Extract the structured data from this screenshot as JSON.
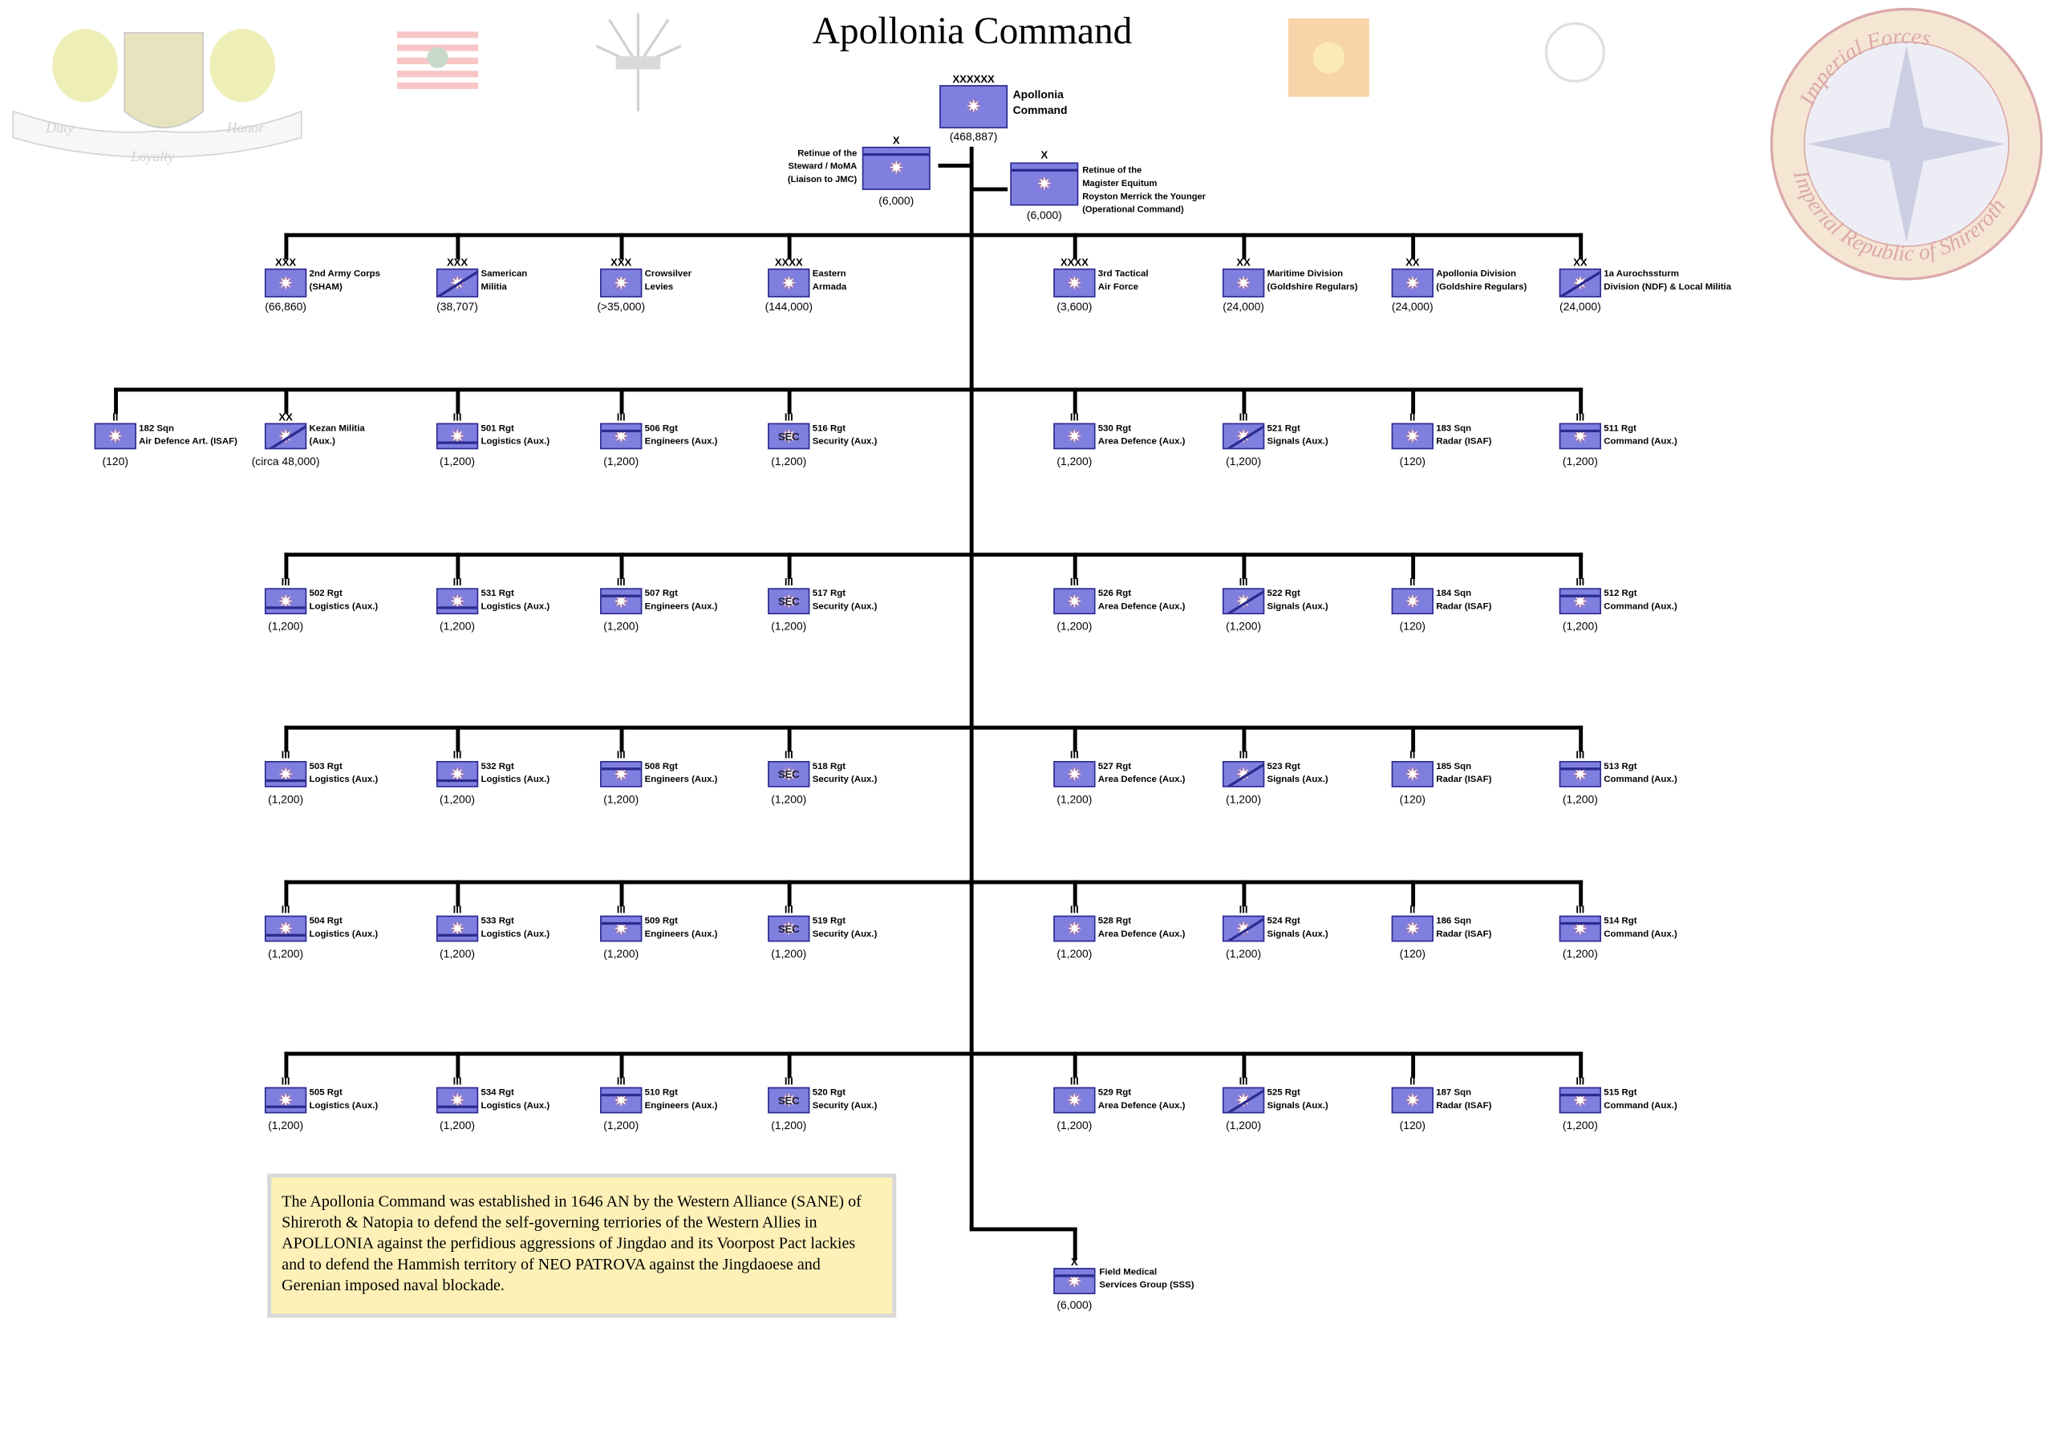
{
  "title": "Apollonia Command",
  "logos": {
    "crest_mottos": [
      "Duty",
      "Loyalty",
      "Honor"
    ],
    "seal_text": [
      "Imperial Forces",
      "Imperial Republic of Shireroth"
    ]
  },
  "top": {
    "echelon": "XXXXXX",
    "name": "Apollonia",
    "sub": "Command",
    "strength": "(468,887)"
  },
  "retinues": [
    {
      "echelon": "X",
      "lines": [
        "Retinue of the",
        "Steward / MoMA",
        "(Liaison to JMC)"
      ],
      "strength": "(6,000)"
    },
    {
      "echelon": "X",
      "lines": [
        "Retinue of the",
        "Magister Equitum",
        "Royston Merrick the Younger",
        "(Operational Command)"
      ],
      "strength": "(6,000)"
    }
  ],
  "rows": [
    [
      {
        "echelon": "XXX",
        "name": "2nd Army Corps",
        "sub": "(SHAM)",
        "strength": "(66,860)"
      },
      {
        "echelon": "XXX",
        "name": "Samerican",
        "sub": "Militia",
        "strength": "(38,707)"
      },
      {
        "echelon": "XXX",
        "name": "Crowsilver",
        "sub": "Levies",
        "strength": "(>35,000)"
      },
      {
        "echelon": "XXXX",
        "name": "Eastern",
        "sub": "Armada",
        "strength": "(144,000)"
      },
      {
        "echelon": "XXXX",
        "name": "3rd Tactical",
        "sub": "Air Force",
        "strength": "(3,600)"
      },
      {
        "echelon": "XX",
        "name": "Maritime Division",
        "sub": "(Goldshire Regulars)",
        "strength": "(24,000)"
      },
      {
        "echelon": "XX",
        "name": "Apollonia Division",
        "sub": "(Goldshire Regulars)",
        "strength": "(24,000)"
      },
      {
        "echelon": "XX",
        "name": "1a Aurochssturm",
        "sub": "Division (NDF) & Local Militia",
        "strength": "(24,000)"
      }
    ],
    [
      {
        "echelon": "II",
        "name": "182 Sqn",
        "sub": "Air Defence Art. (ISAF)",
        "strength": "(120)"
      },
      {
        "echelon": "XX",
        "name": "Kezan Militia",
        "sub": "(Aux.)",
        "strength": "(circa 48,000)"
      },
      {
        "echelon": "III",
        "name": "501 Rgt",
        "sub": "Logistics (Aux.)",
        "strength": "(1,200)"
      },
      {
        "echelon": "III",
        "name": "506 Rgt",
        "sub": "Engineers (Aux.)",
        "strength": "(1,200)"
      },
      {
        "echelon": "III",
        "name": "516 Rgt",
        "sub": "Security (Aux.)",
        "strength": "(1,200)"
      },
      {
        "echelon": "III",
        "name": "530 Rgt",
        "sub": "Area Defence (Aux.)",
        "strength": "(1,200)"
      },
      {
        "echelon": "III",
        "name": "521 Rgt",
        "sub": "Signals (Aux.)",
        "strength": "(1,200)"
      },
      {
        "echelon": "II",
        "name": "183 Sqn",
        "sub": "Radar (ISAF)",
        "strength": "(120)"
      },
      {
        "echelon": "III",
        "name": "511 Rgt",
        "sub": "Command (Aux.)",
        "strength": "(1,200)"
      }
    ],
    [
      {
        "echelon": "III",
        "name": "502 Rgt",
        "sub": "Logistics (Aux.)",
        "strength": "(1,200)"
      },
      {
        "echelon": "III",
        "name": "531 Rgt",
        "sub": "Logistics (Aux.)",
        "strength": "(1,200)"
      },
      {
        "echelon": "III",
        "name": "507 Rgt",
        "sub": "Engineers (Aux.)",
        "strength": "(1,200)"
      },
      {
        "echelon": "III",
        "name": "517 Rgt",
        "sub": "Security (Aux.)",
        "strength": "(1,200)"
      },
      {
        "echelon": "III",
        "name": "526 Rgt",
        "sub": "Area Defence (Aux.)",
        "strength": "(1,200)"
      },
      {
        "echelon": "III",
        "name": "522 Rgt",
        "sub": "Signals (Aux.)",
        "strength": "(1,200)"
      },
      {
        "echelon": "II",
        "name": "184 Sqn",
        "sub": "Radar (ISAF)",
        "strength": "(120)"
      },
      {
        "echelon": "III",
        "name": "512 Rgt",
        "sub": "Command (Aux.)",
        "strength": "(1,200)"
      }
    ],
    [
      {
        "echelon": "III",
        "name": "503 Rgt",
        "sub": "Logistics (Aux.)",
        "strength": "(1,200)"
      },
      {
        "echelon": "III",
        "name": "532 Rgt",
        "sub": "Logistics (Aux.)",
        "strength": "(1,200)"
      },
      {
        "echelon": "III",
        "name": "508 Rgt",
        "sub": "Engineers (Aux.)",
        "strength": "(1,200)"
      },
      {
        "echelon": "III",
        "name": "518 Rgt",
        "sub": "Security (Aux.)",
        "strength": "(1,200)"
      },
      {
        "echelon": "III",
        "name": "527 Rgt",
        "sub": "Area Defence (Aux.)",
        "strength": "(1,200)"
      },
      {
        "echelon": "III",
        "name": "523 Rgt",
        "sub": "Signals (Aux.)",
        "strength": "(1,200)"
      },
      {
        "echelon": "II",
        "name": "185 Sqn",
        "sub": "Radar (ISAF)",
        "strength": "(120)"
      },
      {
        "echelon": "III",
        "name": "513 Rgt",
        "sub": "Command (Aux.)",
        "strength": "(1,200)"
      }
    ],
    [
      {
        "echelon": "III",
        "name": "504 Rgt",
        "sub": "Logistics (Aux.)",
        "strength": "(1,200)"
      },
      {
        "echelon": "III",
        "name": "533 Rgt",
        "sub": "Logistics (Aux.)",
        "strength": "(1,200)"
      },
      {
        "echelon": "III",
        "name": "509 Rgt",
        "sub": "Engineers (Aux.)",
        "strength": "(1,200)"
      },
      {
        "echelon": "III",
        "name": "519 Rgt",
        "sub": "Security (Aux.)",
        "strength": "(1,200)"
      },
      {
        "echelon": "III",
        "name": "528 Rgt",
        "sub": "Area Defence (Aux.)",
        "strength": "(1,200)"
      },
      {
        "echelon": "III",
        "name": "524 Rgt",
        "sub": "Signals (Aux.)",
        "strength": "(1,200)"
      },
      {
        "echelon": "II",
        "name": "186 Sqn",
        "sub": "Radar (ISAF)",
        "strength": "(120)"
      },
      {
        "echelon": "III",
        "name": "514 Rgt",
        "sub": "Command (Aux.)",
        "strength": "(1,200)"
      }
    ],
    [
      {
        "echelon": "III",
        "name": "505 Rgt",
        "sub": "Logistics (Aux.)",
        "strength": "(1,200)"
      },
      {
        "echelon": "III",
        "name": "534 Rgt",
        "sub": "Logistics (Aux.)",
        "strength": "(1,200)"
      },
      {
        "echelon": "III",
        "name": "510 Rgt",
        "sub": "Engineers (Aux.)",
        "strength": "(1,200)"
      },
      {
        "echelon": "III",
        "name": "520 Rgt",
        "sub": "Security (Aux.)",
        "strength": "(1,200)"
      },
      {
        "echelon": "III",
        "name": "529 Rgt",
        "sub": "Area Defence (Aux.)",
        "strength": "(1,200)"
      },
      {
        "echelon": "III",
        "name": "525 Rgt",
        "sub": "Signals (Aux.)",
        "strength": "(1,200)"
      },
      {
        "echelon": "II",
        "name": "187 Sqn",
        "sub": "Radar (ISAF)",
        "strength": "(120)"
      },
      {
        "echelon": "III",
        "name": "515 Rgt",
        "sub": "Command (Aux.)",
        "strength": "(1,200)"
      }
    ]
  ],
  "medical": {
    "echelon": "X",
    "name": "Field Medical",
    "sub": "Services Group (SSS)",
    "strength": "(6,000)"
  },
  "description": "The Apollonia Command was established in 1646 AN by the Western Alliance (SANE) of Shireroth & Natopia to defend the self-governing terriories of the Western Allies in APOLLONIA against the perfidious aggressions of Jingdao and its Voorpost Pact lackies and to defend the Hammish territory of NEO PATROVA against the Jingdaoese and Gerenian imposed naval blockade."
}
